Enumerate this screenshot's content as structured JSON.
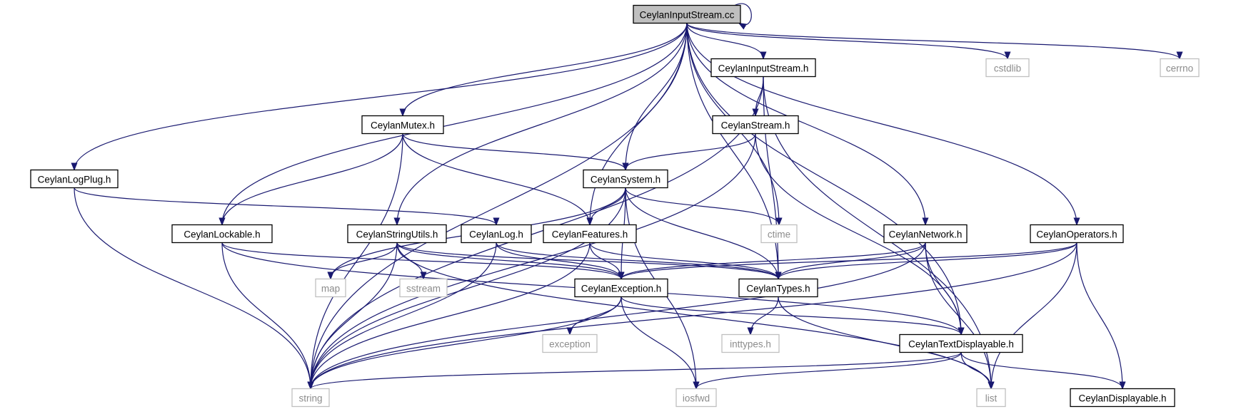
{
  "graph": {
    "root": "CeylanInputStream.cc",
    "nodes": [
      {
        "id": "cc",
        "label": "CeylanInputStream.cc",
        "kind": "root"
      },
      {
        "id": "cstdlib",
        "label": "cstdlib",
        "kind": "system"
      },
      {
        "id": "cerrno",
        "label": "cerrno",
        "kind": "system"
      },
      {
        "id": "inputstream_h",
        "label": "CeylanInputStream.h",
        "kind": "header"
      },
      {
        "id": "mutex_h",
        "label": "CeylanMutex.h",
        "kind": "header"
      },
      {
        "id": "stream_h",
        "label": "CeylanStream.h",
        "kind": "header"
      },
      {
        "id": "logplug_h",
        "label": "CeylanLogPlug.h",
        "kind": "header"
      },
      {
        "id": "system_h",
        "label": "CeylanSystem.h",
        "kind": "header"
      },
      {
        "id": "ctime",
        "label": "ctime",
        "kind": "system"
      },
      {
        "id": "lockable_h",
        "label": "CeylanLockable.h",
        "kind": "header"
      },
      {
        "id": "stringutils_h",
        "label": "CeylanStringUtils.h",
        "kind": "header"
      },
      {
        "id": "log_h",
        "label": "CeylanLog.h",
        "kind": "header"
      },
      {
        "id": "features_h",
        "label": "CeylanFeatures.h",
        "kind": "header"
      },
      {
        "id": "network_h",
        "label": "CeylanNetwork.h",
        "kind": "header"
      },
      {
        "id": "operators_h",
        "label": "CeylanOperators.h",
        "kind": "header"
      },
      {
        "id": "map",
        "label": "map",
        "kind": "system"
      },
      {
        "id": "sstream",
        "label": "sstream",
        "kind": "system"
      },
      {
        "id": "exception_h",
        "label": "CeylanException.h",
        "kind": "header"
      },
      {
        "id": "types_h",
        "label": "CeylanTypes.h",
        "kind": "header"
      },
      {
        "id": "exception",
        "label": "exception",
        "kind": "system"
      },
      {
        "id": "inttypes_h",
        "label": "inttypes.h",
        "kind": "system"
      },
      {
        "id": "textdisplayable_h",
        "label": "CeylanTextDisplayable.h",
        "kind": "header"
      },
      {
        "id": "string",
        "label": "string",
        "kind": "system"
      },
      {
        "id": "iosfwd",
        "label": "iosfwd",
        "kind": "system"
      },
      {
        "id": "list",
        "label": "list",
        "kind": "system"
      },
      {
        "id": "displayable_h",
        "label": "CeylanDisplayable.h",
        "kind": "header"
      }
    ],
    "edges": [
      [
        "cc",
        "cc"
      ],
      [
        "cc",
        "cstdlib"
      ],
      [
        "cc",
        "cerrno"
      ],
      [
        "cc",
        "inputstream_h"
      ],
      [
        "cc",
        "mutex_h"
      ],
      [
        "cc",
        "logplug_h"
      ],
      [
        "cc",
        "system_h"
      ],
      [
        "cc",
        "ctime"
      ],
      [
        "cc",
        "lockable_h"
      ],
      [
        "cc",
        "stringutils_h"
      ],
      [
        "cc",
        "features_h"
      ],
      [
        "cc",
        "network_h"
      ],
      [
        "cc",
        "operators_h"
      ],
      [
        "cc",
        "types_h"
      ],
      [
        "cc",
        "textdisplayable_h"
      ],
      [
        "cc",
        "string"
      ],
      [
        "inputstream_h",
        "stream_h"
      ],
      [
        "inputstream_h",
        "types_h"
      ],
      [
        "inputstream_h",
        "string"
      ],
      [
        "inputstream_h",
        "list"
      ],
      [
        "stream_h",
        "system_h"
      ],
      [
        "stream_h",
        "textdisplayable_h"
      ],
      [
        "stream_h",
        "string"
      ],
      [
        "mutex_h",
        "system_h"
      ],
      [
        "mutex_h",
        "lockable_h"
      ],
      [
        "mutex_h",
        "features_h"
      ],
      [
        "mutex_h",
        "string"
      ],
      [
        "logplug_h",
        "log_h"
      ],
      [
        "logplug_h",
        "string"
      ],
      [
        "system_h",
        "features_h"
      ],
      [
        "system_h",
        "exception_h"
      ],
      [
        "system_h",
        "types_h"
      ],
      [
        "system_h",
        "ctime"
      ],
      [
        "system_h",
        "map"
      ],
      [
        "system_h",
        "iosfwd"
      ],
      [
        "system_h",
        "string"
      ],
      [
        "lockable_h",
        "exception_h"
      ],
      [
        "lockable_h",
        "textdisplayable_h"
      ],
      [
        "lockable_h",
        "string"
      ],
      [
        "stringutils_h",
        "exception_h"
      ],
      [
        "stringutils_h",
        "types_h"
      ],
      [
        "stringutils_h",
        "map"
      ],
      [
        "stringutils_h",
        "sstream"
      ],
      [
        "stringutils_h",
        "string"
      ],
      [
        "stringutils_h",
        "list"
      ],
      [
        "log_h",
        "exception_h"
      ],
      [
        "log_h",
        "types_h"
      ],
      [
        "log_h",
        "string"
      ],
      [
        "features_h",
        "exception_h"
      ],
      [
        "features_h",
        "types_h"
      ],
      [
        "features_h",
        "string"
      ],
      [
        "network_h",
        "exception_h"
      ],
      [
        "network_h",
        "types_h"
      ],
      [
        "network_h",
        "textdisplayable_h"
      ],
      [
        "network_h",
        "string"
      ],
      [
        "network_h",
        "list"
      ],
      [
        "operators_h",
        "exception_h"
      ],
      [
        "operators_h",
        "types_h"
      ],
      [
        "operators_h",
        "displayable_h"
      ],
      [
        "operators_h",
        "string"
      ],
      [
        "operators_h",
        "list"
      ],
      [
        "exception_h",
        "textdisplayable_h"
      ],
      [
        "exception_h",
        "exception"
      ],
      [
        "exception_h",
        "iosfwd"
      ],
      [
        "exception_h",
        "string"
      ],
      [
        "types_h",
        "inttypes_h"
      ],
      [
        "types_h",
        "list"
      ],
      [
        "textdisplayable_h",
        "displayable_h"
      ],
      [
        "textdisplayable_h",
        "string"
      ],
      [
        "textdisplayable_h",
        "list"
      ],
      [
        "textdisplayable_h",
        "iosfwd"
      ]
    ]
  }
}
